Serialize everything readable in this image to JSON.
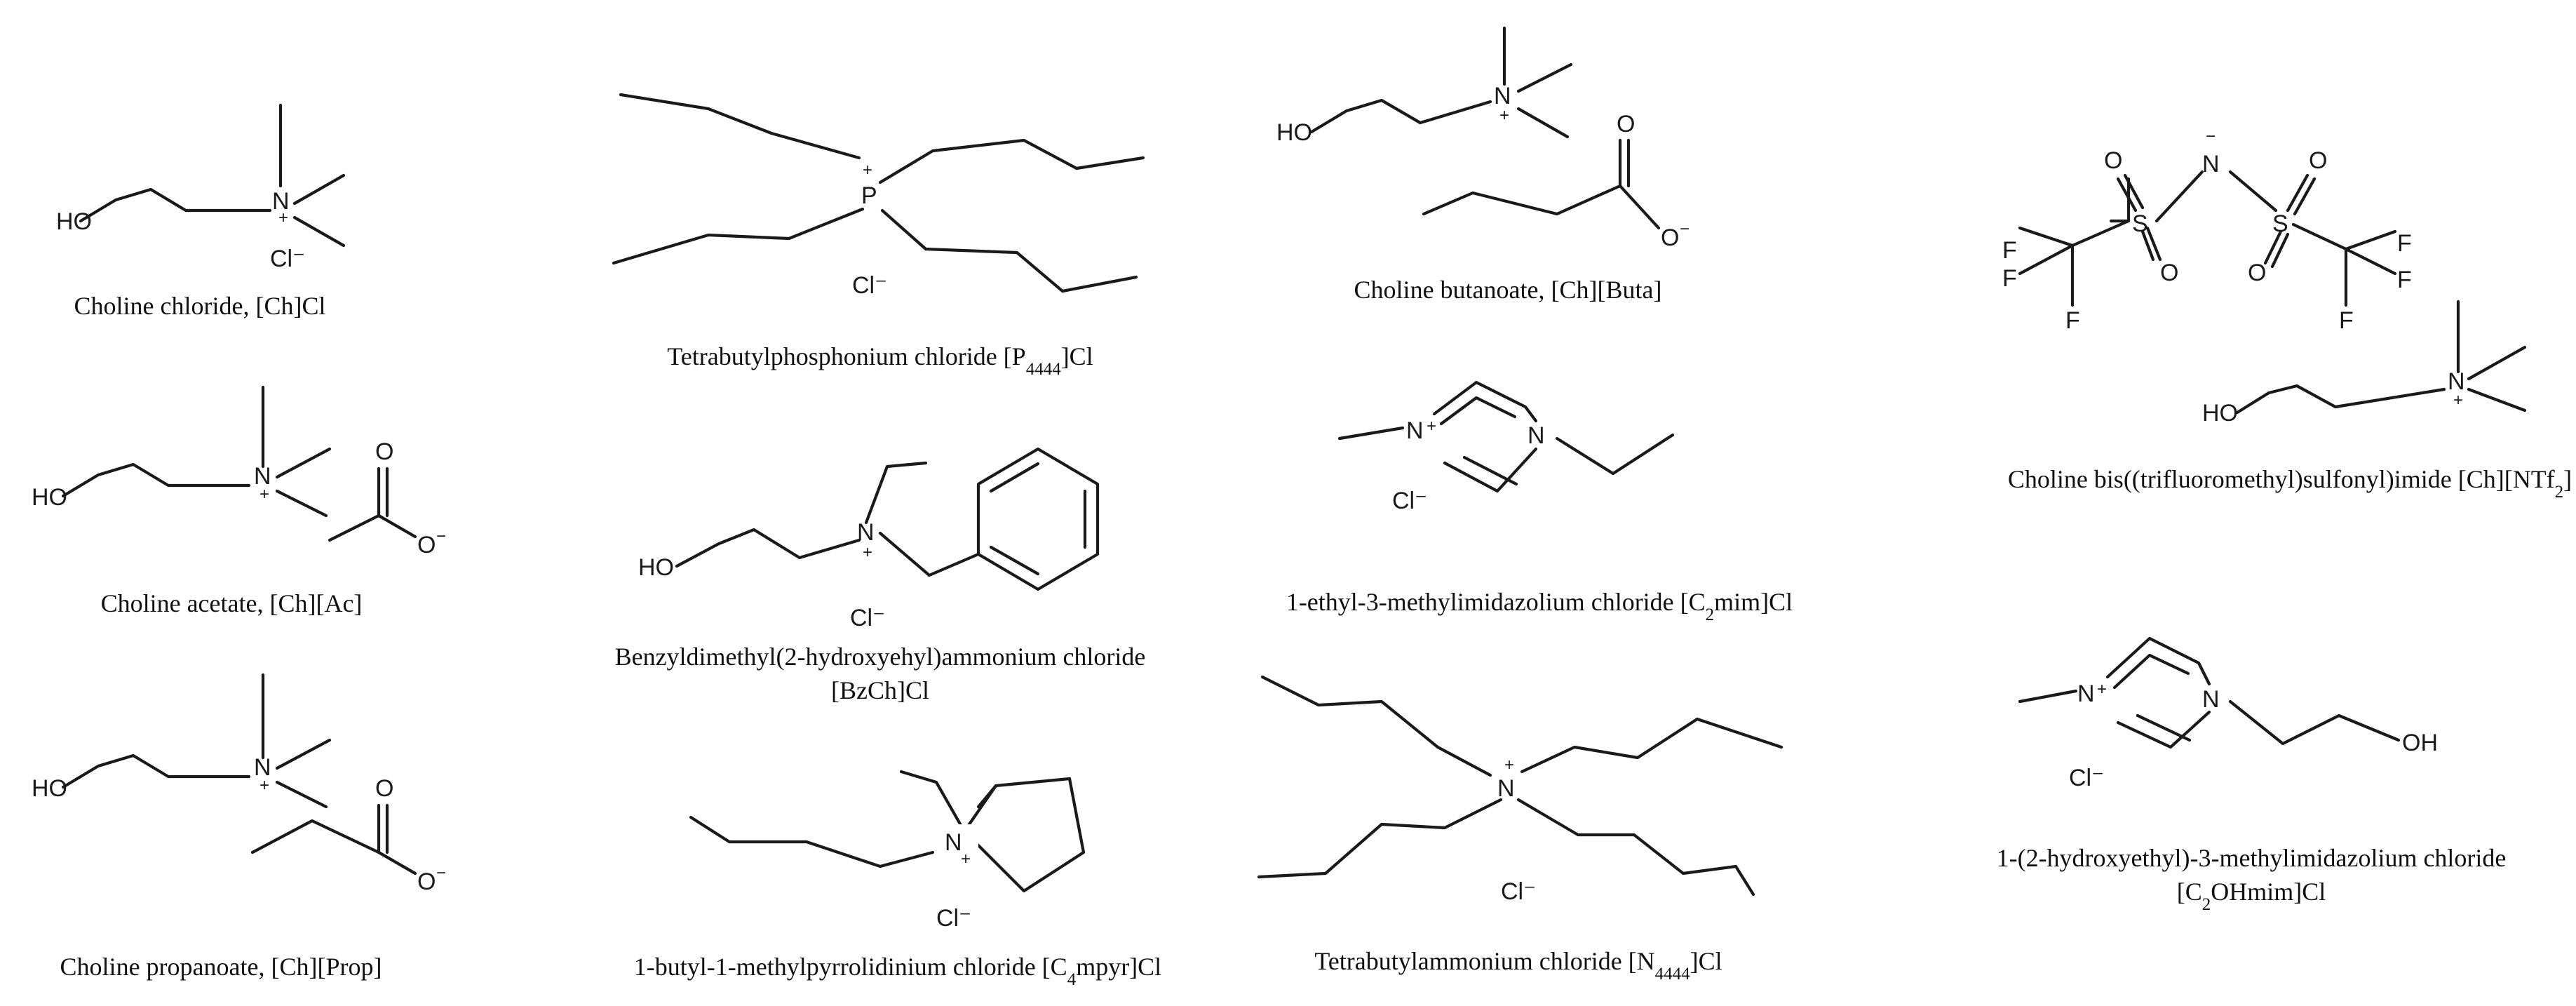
{
  "compounds": [
    {
      "id": "ch-cl",
      "caption_lines": [
        [
          {
            "t": "Choline chloride, [Ch]Cl"
          }
        ]
      ],
      "counter_ion": "Cl⁻"
    },
    {
      "id": "ch-ac",
      "caption_lines": [
        [
          {
            "t": "Choline acetate, [Ch][Ac]"
          }
        ]
      ]
    },
    {
      "id": "ch-prop",
      "caption_lines": [
        [
          {
            "t": "Choline propanoate, [Ch][Prop]"
          }
        ]
      ]
    },
    {
      "id": "p4444",
      "caption_lines": [
        [
          {
            "t": "Tetrabutylphosphonium chloride [P"
          },
          {
            "t": "4444",
            "sub": true
          },
          {
            "t": "]Cl"
          }
        ]
      ],
      "counter_ion": "Cl⁻"
    },
    {
      "id": "bzch",
      "caption_lines": [
        [
          {
            "t": "Benzyldimethyl(2-hydroxyehyl)ammonium chloride"
          }
        ],
        [
          {
            "t": "[BzCh]Cl"
          }
        ]
      ],
      "counter_ion": "Cl⁻"
    },
    {
      "id": "c4mpyr",
      "caption_lines": [
        [
          {
            "t": "1-butyl-1-methylpyrrolidinium chloride [C"
          },
          {
            "t": "4",
            "sub": true
          },
          {
            "t": "mpyr]Cl"
          }
        ]
      ],
      "counter_ion": "Cl⁻"
    },
    {
      "id": "ch-buta",
      "caption_lines": [
        [
          {
            "t": "Choline butanoate, [Ch][Buta]"
          }
        ]
      ]
    },
    {
      "id": "c2mim",
      "caption_lines": [
        [
          {
            "t": "1-ethyl-3-methylimidazolium chloride [C"
          },
          {
            "t": "2",
            "sub": true
          },
          {
            "t": "mim]Cl"
          }
        ]
      ],
      "counter_ion": "Cl⁻"
    },
    {
      "id": "n4444",
      "caption_lines": [
        [
          {
            "t": "Tetrabutylammonium chloride [N"
          },
          {
            "t": "4444",
            "sub": true
          },
          {
            "t": "]Cl"
          }
        ]
      ],
      "counter_ion": "Cl⁻"
    },
    {
      "id": "ch-ntf2",
      "caption_lines": [
        [
          {
            "t": "Choline bis((trifluoromethyl)sulfonyl)imide [Ch][NTf"
          },
          {
            "t": "2",
            "sub": true
          },
          {
            "t": "]"
          }
        ]
      ]
    },
    {
      "id": "c2ohmim",
      "caption_lines": [
        [
          {
            "t": "1-(2-hydroxyethyl)-3-methylimidazolium chloride"
          }
        ],
        [
          {
            "t": "[C"
          },
          {
            "t": "2",
            "sub": true
          },
          {
            "t": "OHmim]Cl"
          }
        ]
      ],
      "counter_ion": "Cl⁻"
    }
  ],
  "atom_labels": {
    "hydroxyl": "HO",
    "hydroxyl_right": "OH",
    "nitrogen": "N",
    "phosphorus": "P",
    "oxygen": "O",
    "sulfur": "S",
    "fluorine": "F",
    "plus": "+",
    "minus": "−"
  }
}
